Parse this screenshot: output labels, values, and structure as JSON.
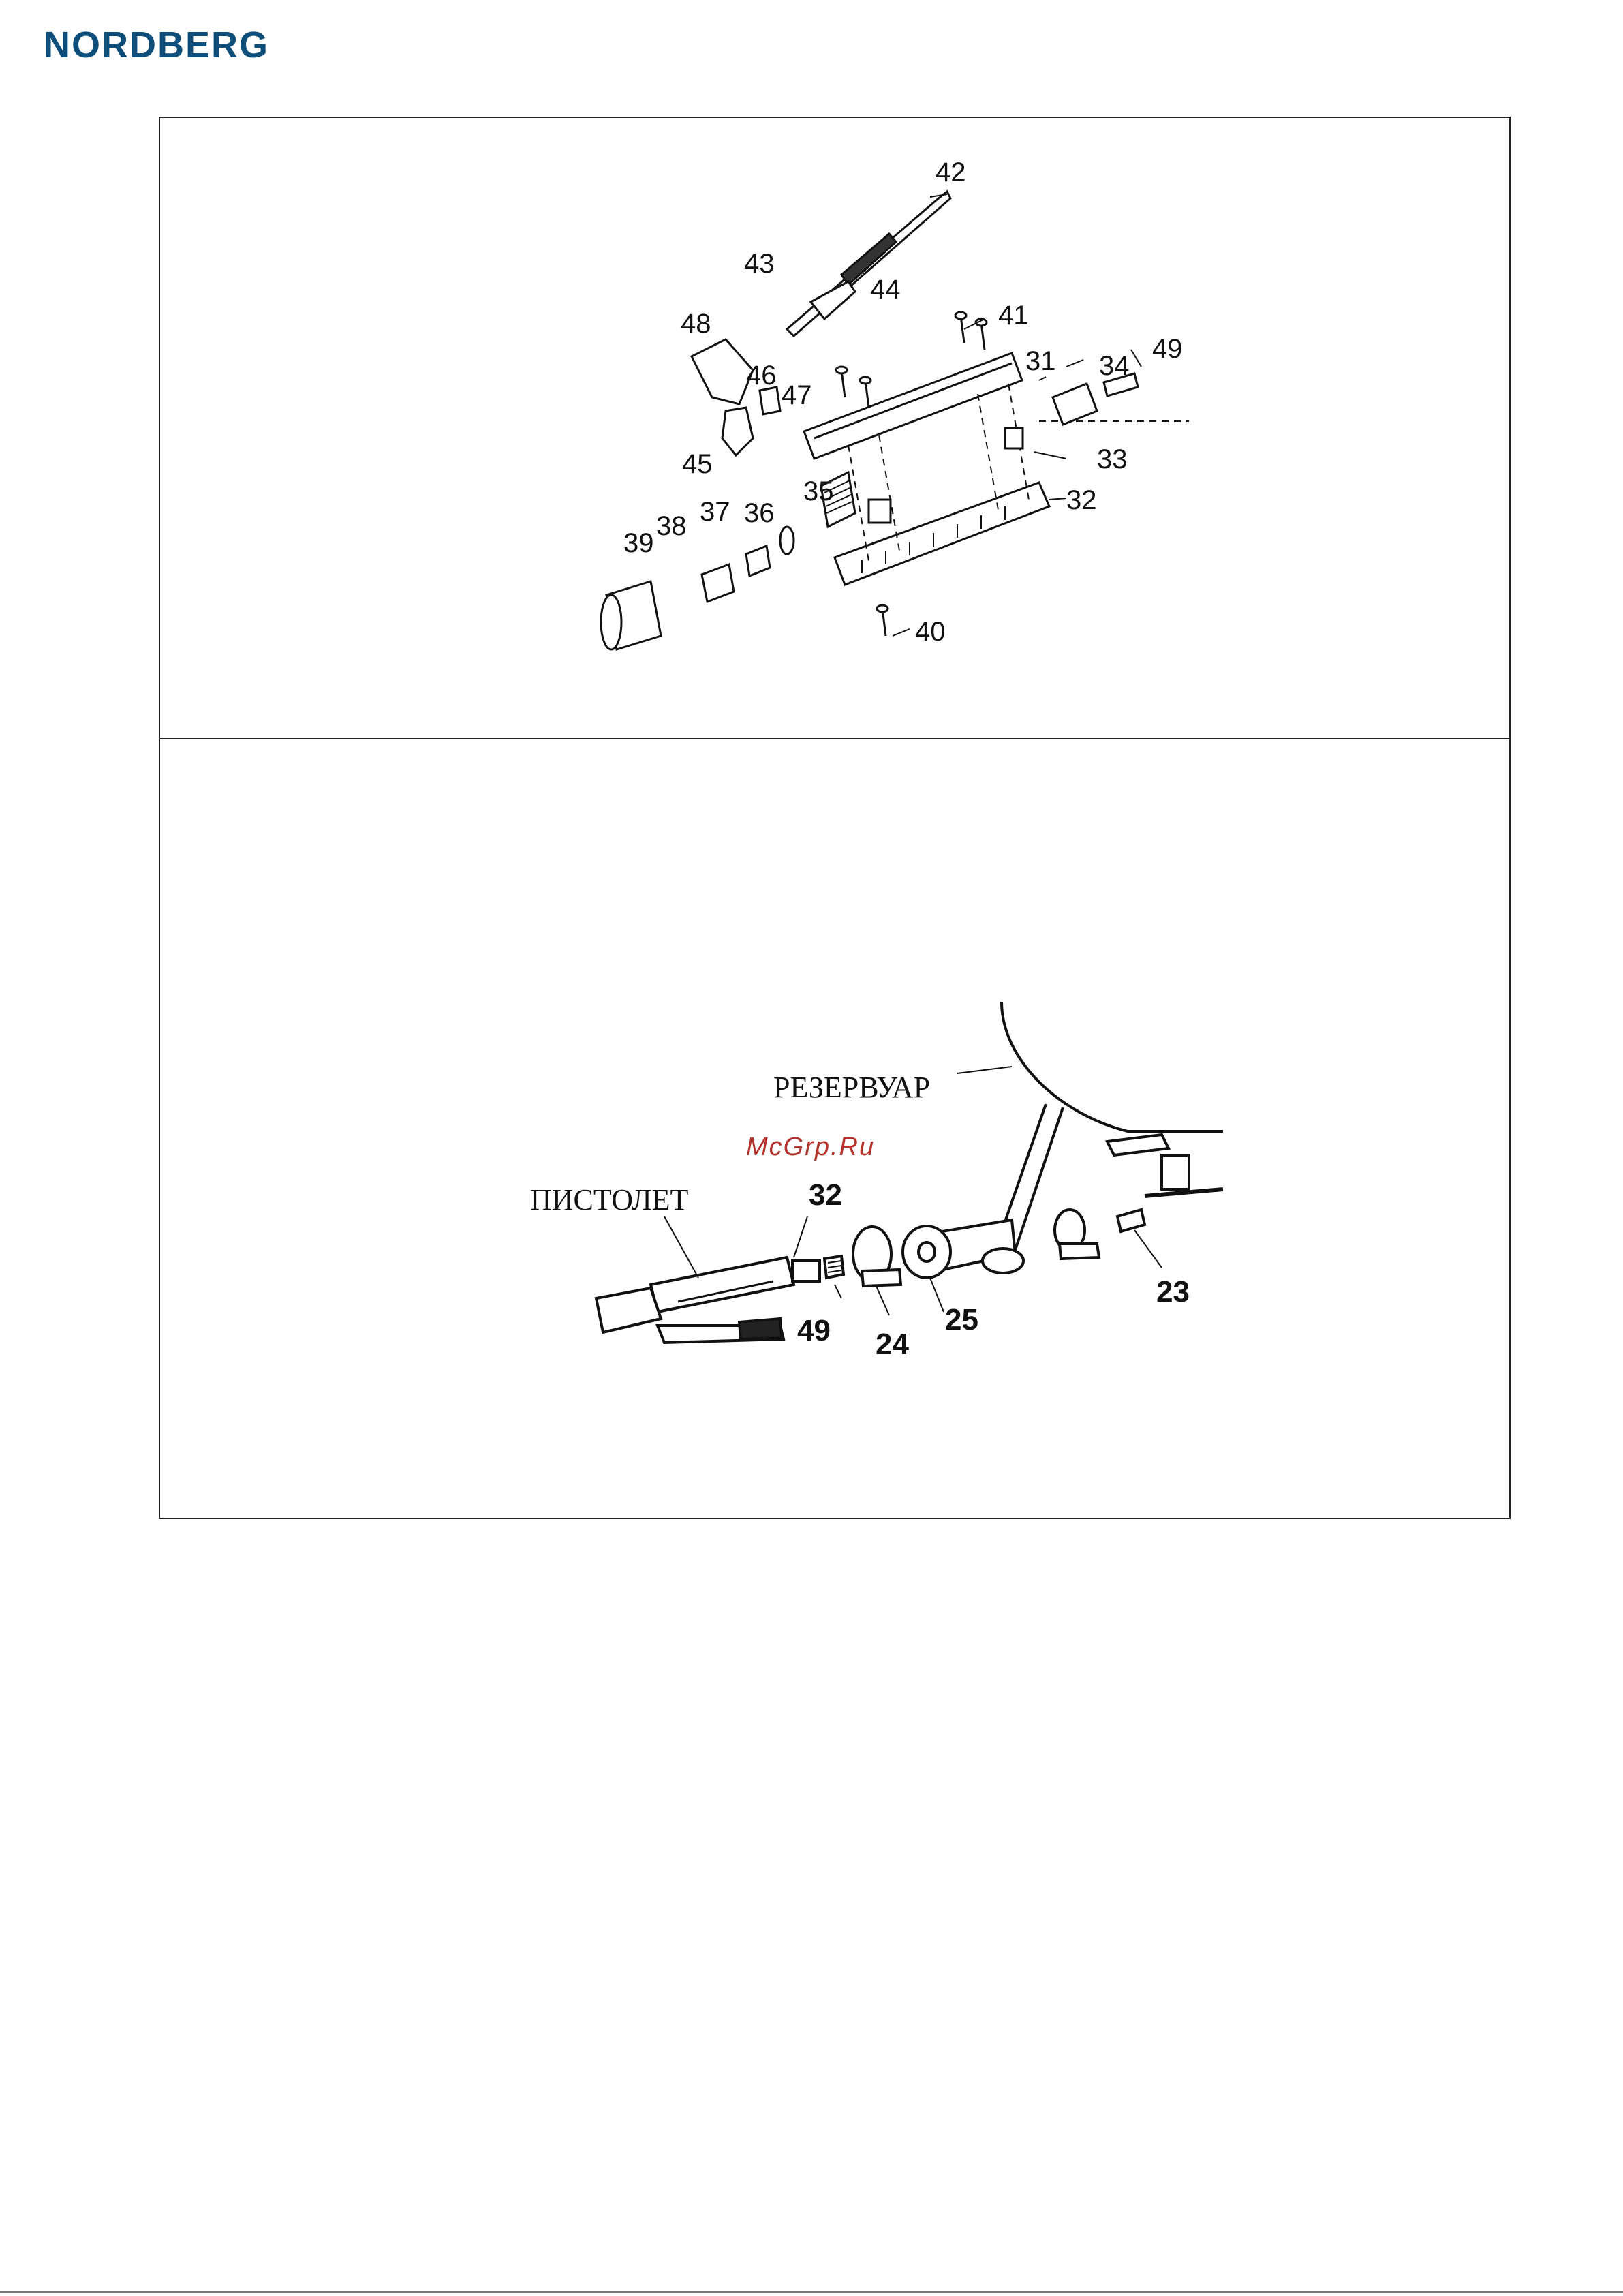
{
  "brand": {
    "name": "NORDBERG",
    "color": "#0d4f7a"
  },
  "exploded_view": {
    "callouts": [
      "42",
      "43",
      "44",
      "41",
      "48",
      "31",
      "34",
      "49",
      "46",
      "47",
      "45",
      "33",
      "35",
      "32",
      "37",
      "36",
      "38",
      "39",
      "40"
    ]
  },
  "connection_diagram": {
    "reservoir_label": "РЕЗЕРВУАР",
    "gun_label": "ПИСТОЛЕТ",
    "watermark": "McGrp.Ru",
    "callouts": [
      "32",
      "49",
      "24",
      "25",
      "23"
    ]
  }
}
